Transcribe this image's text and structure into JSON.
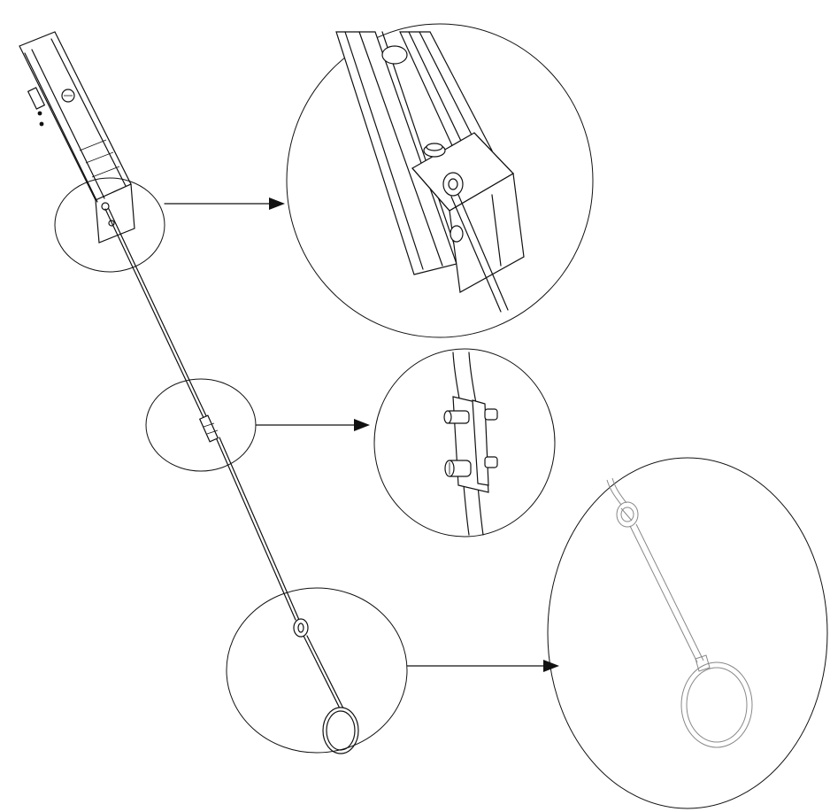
{
  "diagram": {
    "overview": {
      "part": "release-mechanism-housing",
      "cable": "release-cable",
      "connector": "cable-crimp-connector",
      "hook": "cable-clip",
      "handle": "pull-ring"
    },
    "callouts": [
      {
        "name": "mechanism-attachment",
        "icon": "magnify-circle"
      },
      {
        "name": "cable-connector",
        "icon": "magnify-circle"
      },
      {
        "name": "pull-ring",
        "icon": "magnify-circle"
      }
    ],
    "colors": {
      "line": "#111111",
      "light_line": "#888888",
      "background": "#ffffff"
    }
  }
}
